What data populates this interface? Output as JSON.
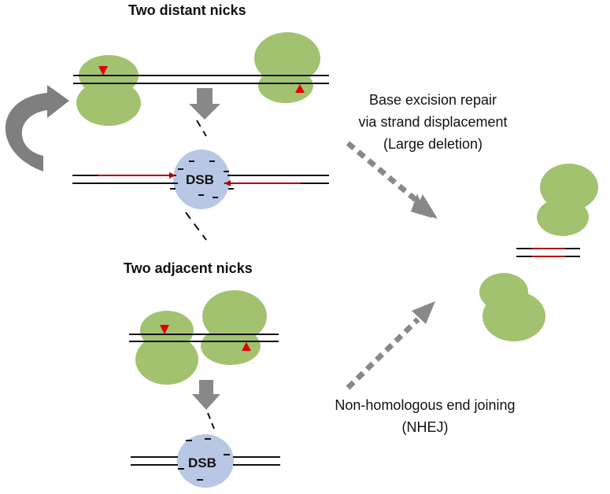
{
  "headings": {
    "distant": "Two distant nicks",
    "adjacent": "Two adjacent nicks"
  },
  "dsb_label": "DSB",
  "pathways": {
    "ber_line1": "Base excision repair",
    "ber_line2": "via strand displacement",
    "ber_line3": "(Large deletion)",
    "nhej_line1": "Non-homologous end joining",
    "nhej_line2": "(NHEJ)"
  },
  "colors": {
    "enzyme": "#a2c270",
    "dsb_circle": "#b8c8e4",
    "nick_marker": "#e00000",
    "arrow": "#888888",
    "resected_strand": "#b40000"
  },
  "icons": {
    "nick_marker": "triangle",
    "cycle_arrow": "curved-arrow",
    "step_arrow": "down-arrow",
    "pathway_arrow": "dashed-arrow"
  }
}
